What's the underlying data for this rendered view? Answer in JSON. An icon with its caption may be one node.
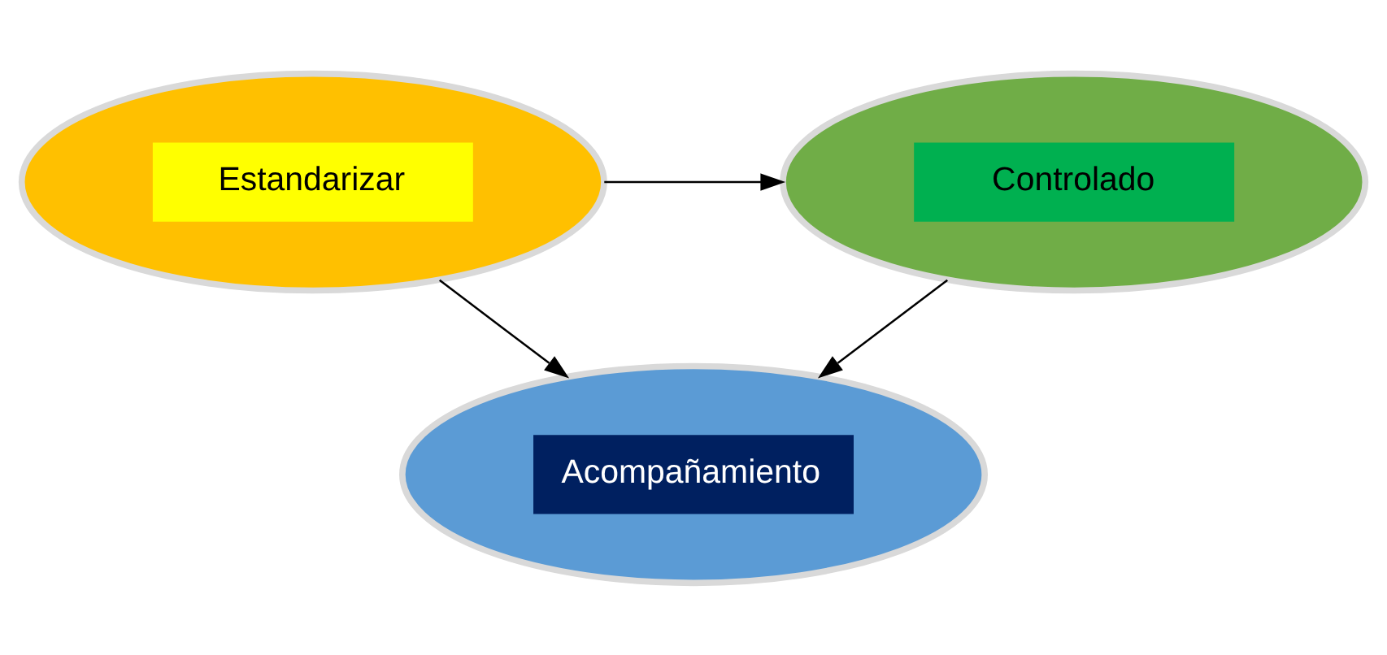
{
  "diagram": {
    "nodes": [
      {
        "text": [
          "Estandarizar"
        ]
      },
      {
        "text": [
          "Controlado"
        ]
      },
      {
        "text": [
          "Acompañamiento"
        ]
      }
    ],
    "edges": [
      {
        "from": 0,
        "to": 1,
        "arrow": "to"
      },
      {
        "from": 0,
        "to": 2,
        "arrow": "to"
      },
      {
        "from": 1,
        "to": 2,
        "arrow": "to"
      }
    ]
  }
}
